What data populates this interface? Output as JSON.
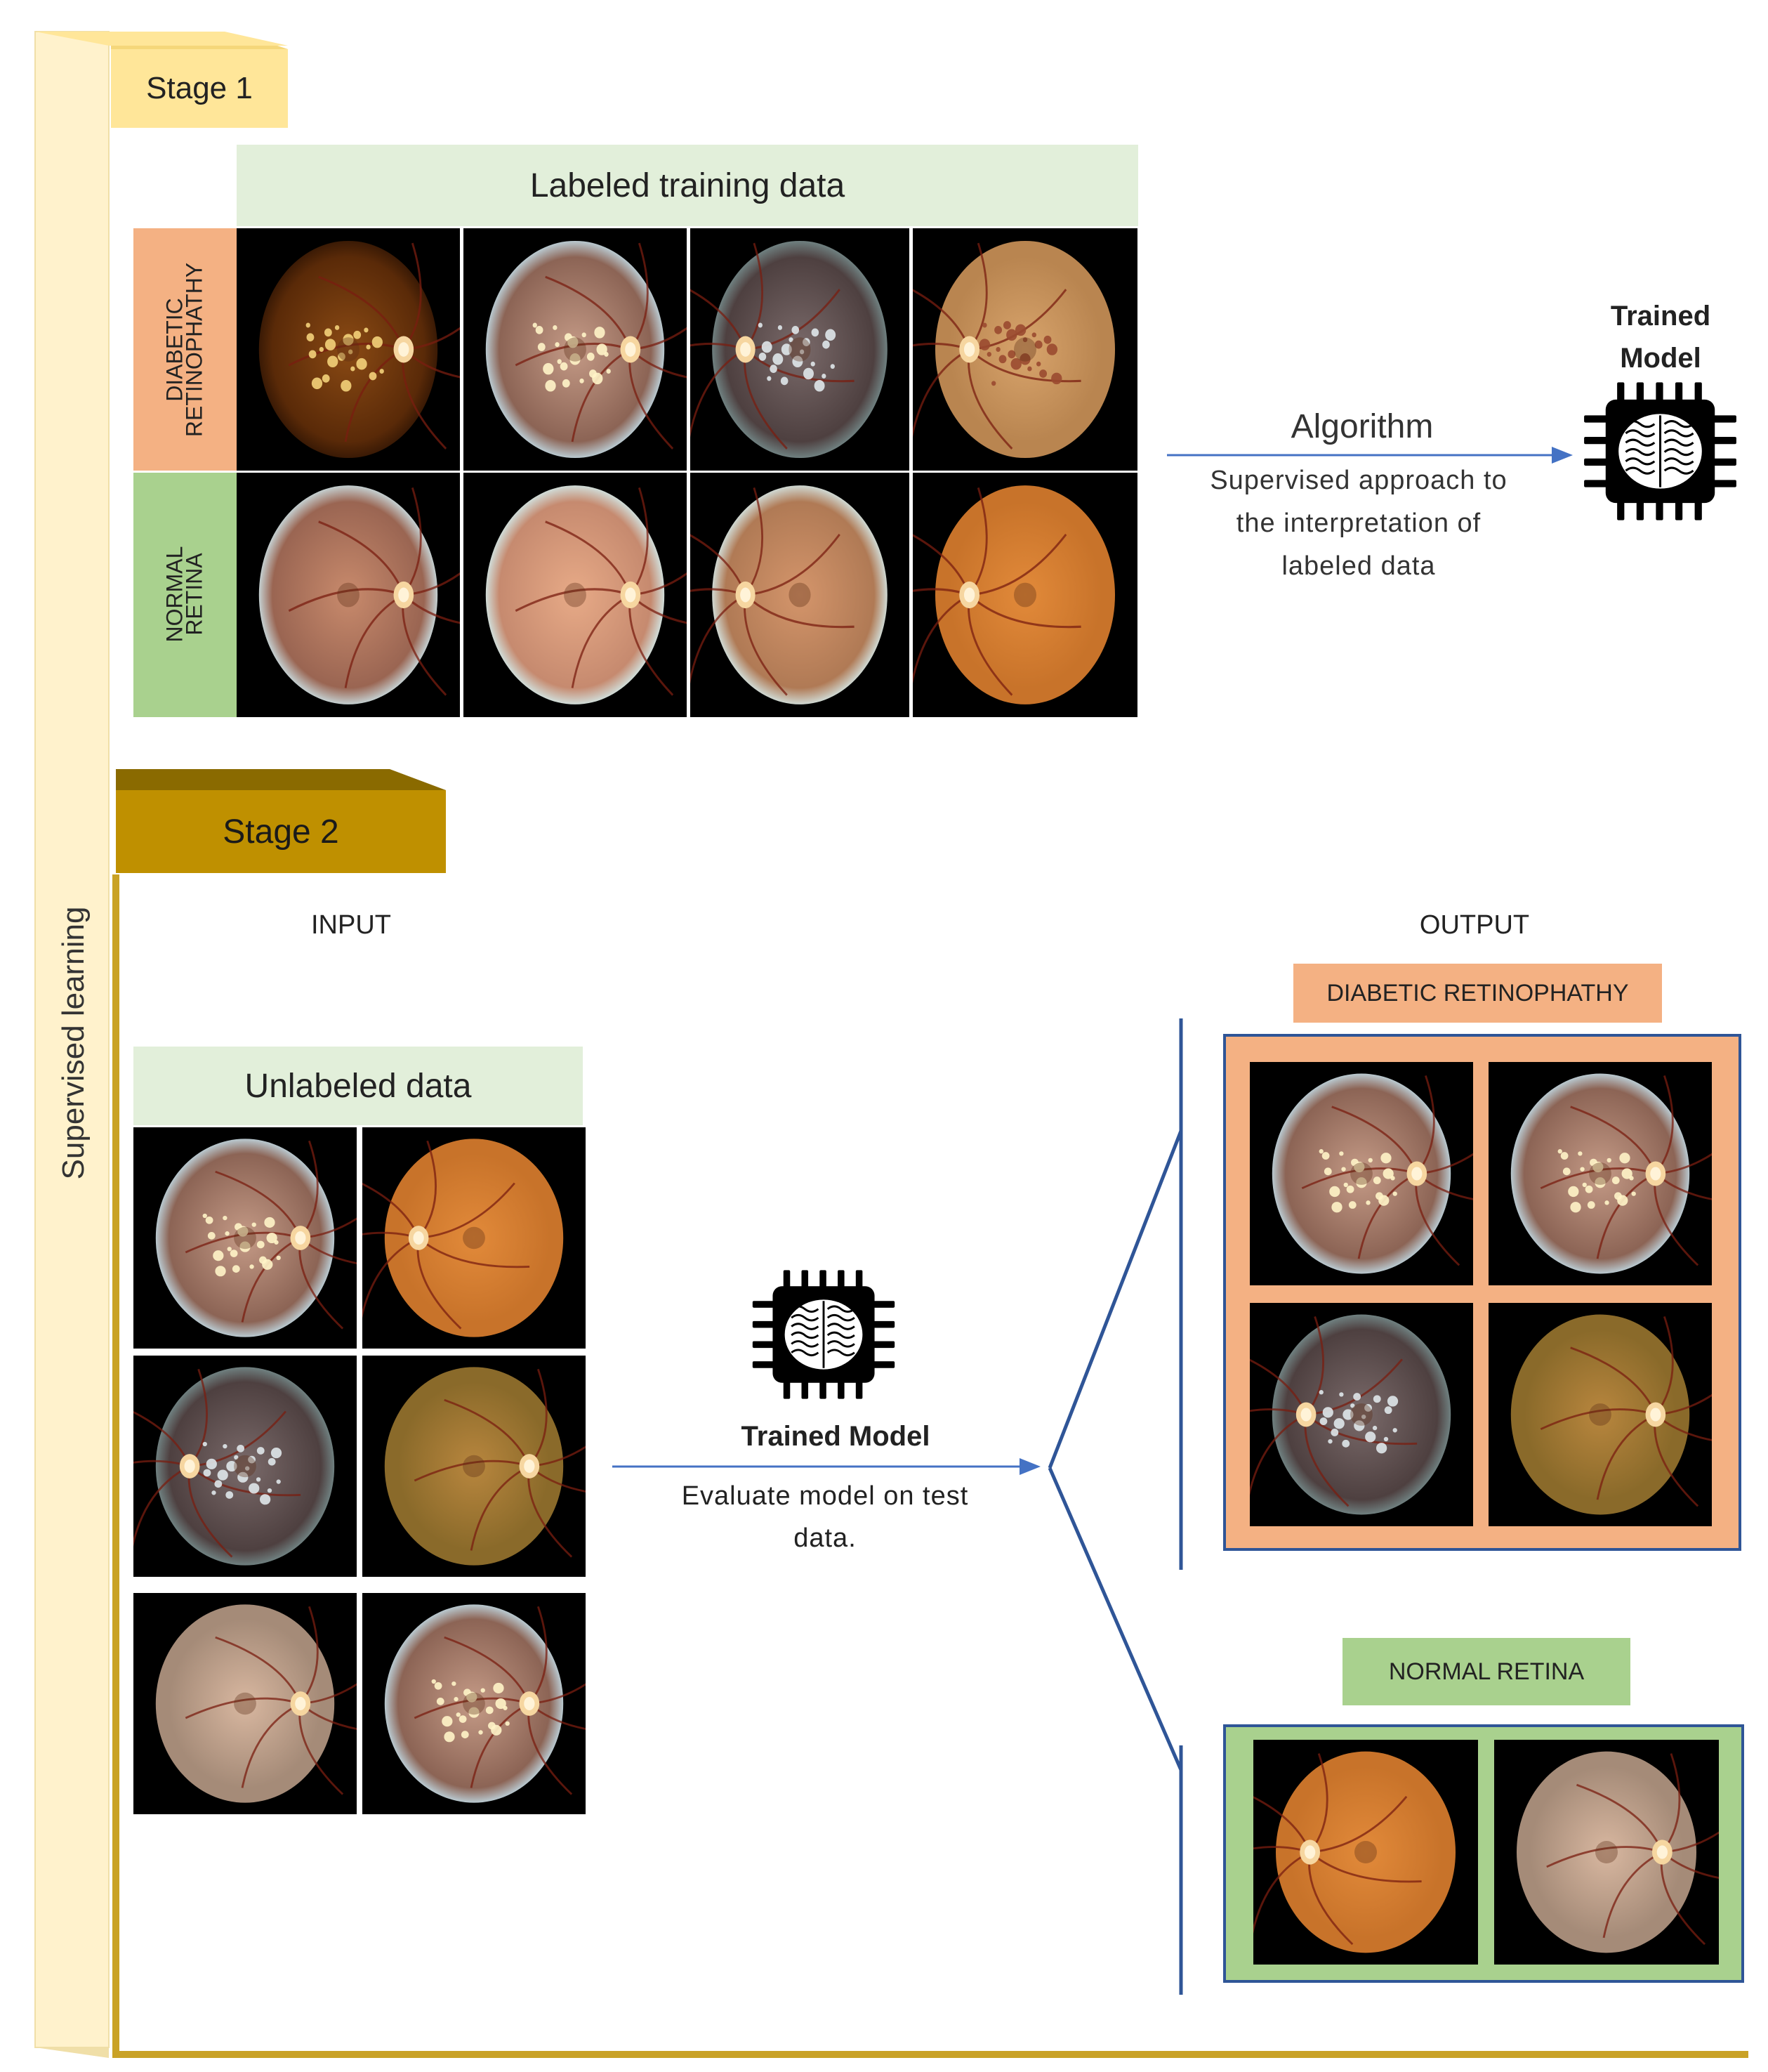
{
  "side_label": "Supervised learning",
  "stage1": {
    "title": "Stage 1",
    "header": "Labeled training data",
    "row_labels": [
      "DIABETIC RETINOPHATHY",
      "NORMAL RETINA"
    ],
    "algorithm_title": "Algorithm",
    "algorithm_desc": "Supervised approach to the interpretation of labeled data",
    "model_label": "Trained Model"
  },
  "stage2": {
    "title": "Stage 2",
    "input_label": "INPUT",
    "output_label": "OUTPUT",
    "unlabeled_header": "Unlabeled data",
    "model_label": "Trained Model",
    "evaluate_desc": "Evaluate model on test data.",
    "class_dr": "DIABETIC RETINOPHATHY",
    "class_normal": "NORMAL RETINA"
  },
  "colors": {
    "stage1_tab": "#FFE699",
    "stage1_panel": "#FFF2CC",
    "stage2_tab": "#BF9000",
    "frame_gold": "#C9A227",
    "label_green": "#E2EFDA",
    "dr_salmon": "#F4B183",
    "normal_green": "#A9D18E",
    "arrow_blue": "#4472C4",
    "border_navy": "#2F5597"
  },
  "icons": [
    "chip-brain-icon"
  ]
}
